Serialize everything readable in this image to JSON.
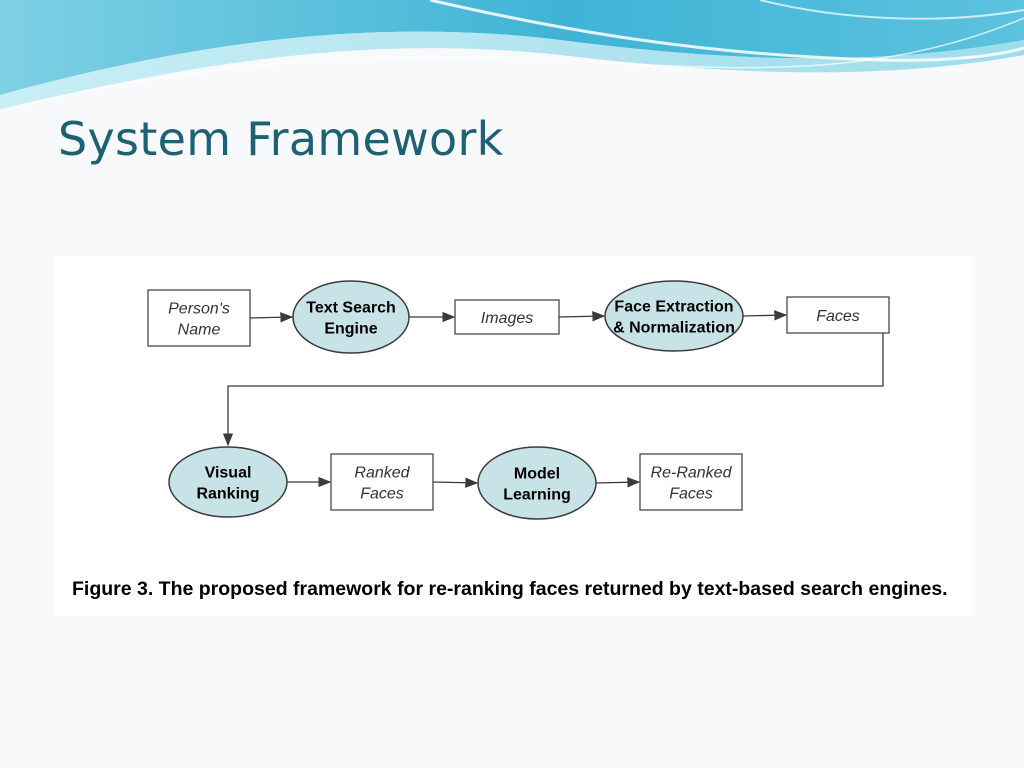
{
  "slide": {
    "title": "System Framework"
  },
  "diagram": {
    "nodes": [
      {
        "id": "persons-name",
        "kind": "data",
        "lines": [
          "Person's",
          "Name"
        ]
      },
      {
        "id": "text-search-engine",
        "kind": "process",
        "lines": [
          "Text Search",
          "Engine"
        ]
      },
      {
        "id": "images",
        "kind": "data",
        "lines": [
          "Images"
        ]
      },
      {
        "id": "face-extraction",
        "kind": "process",
        "lines": [
          "Face Extraction",
          "& Normalization"
        ]
      },
      {
        "id": "faces",
        "kind": "data",
        "lines": [
          "Faces"
        ]
      },
      {
        "id": "visual-ranking",
        "kind": "process",
        "lines": [
          "Visual",
          "Ranking"
        ]
      },
      {
        "id": "ranked-faces",
        "kind": "data",
        "lines": [
          "Ranked",
          "Faces"
        ]
      },
      {
        "id": "model-learning",
        "kind": "process",
        "lines": [
          "Model",
          "Learning"
        ]
      },
      {
        "id": "re-ranked-faces",
        "kind": "data",
        "lines": [
          "Re-Ranked",
          "Faces"
        ]
      }
    ],
    "edges": [
      {
        "from": "persons-name",
        "to": "text-search-engine"
      },
      {
        "from": "text-search-engine",
        "to": "images"
      },
      {
        "from": "images",
        "to": "face-extraction"
      },
      {
        "from": "face-extraction",
        "to": "faces"
      },
      {
        "from": "faces",
        "to": "visual-ranking"
      },
      {
        "from": "visual-ranking",
        "to": "ranked-faces"
      },
      {
        "from": "ranked-faces",
        "to": "model-learning"
      },
      {
        "from": "model-learning",
        "to": "re-ranked-faces"
      }
    ],
    "colors": {
      "process_fill": "#c8e3e8",
      "stroke": "#3a3a3a",
      "data_fill": "#ffffff"
    }
  },
  "caption": "Figure 3. The proposed framework for re-ranking faces returned by text-based search engines."
}
